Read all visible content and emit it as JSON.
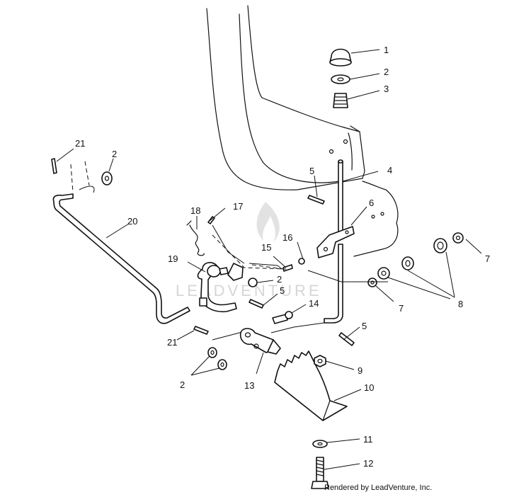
{
  "watermark": {
    "text": "LEADVENTURE",
    "logo_icon": "flame-logo"
  },
  "credit": "Rendered by LeadVenture, Inc.",
  "callouts": {
    "c1": "1",
    "c2a": "2",
    "c3": "3",
    "c4": "4",
    "c5a": "5",
    "c6": "6",
    "c7a": "7",
    "c7b": "7",
    "c8": "8",
    "c9": "9",
    "c10": "10",
    "c11": "11",
    "c12": "12",
    "c13": "13",
    "c14": "14",
    "c5b": "5",
    "c15": "15",
    "c16": "16",
    "c17": "17",
    "c18": "18",
    "c19": "19",
    "c20": "20",
    "c21a": "21",
    "c21b": "21",
    "c2b": "2",
    "c2c": "2",
    "c5c": "5",
    "c2d": "2"
  }
}
